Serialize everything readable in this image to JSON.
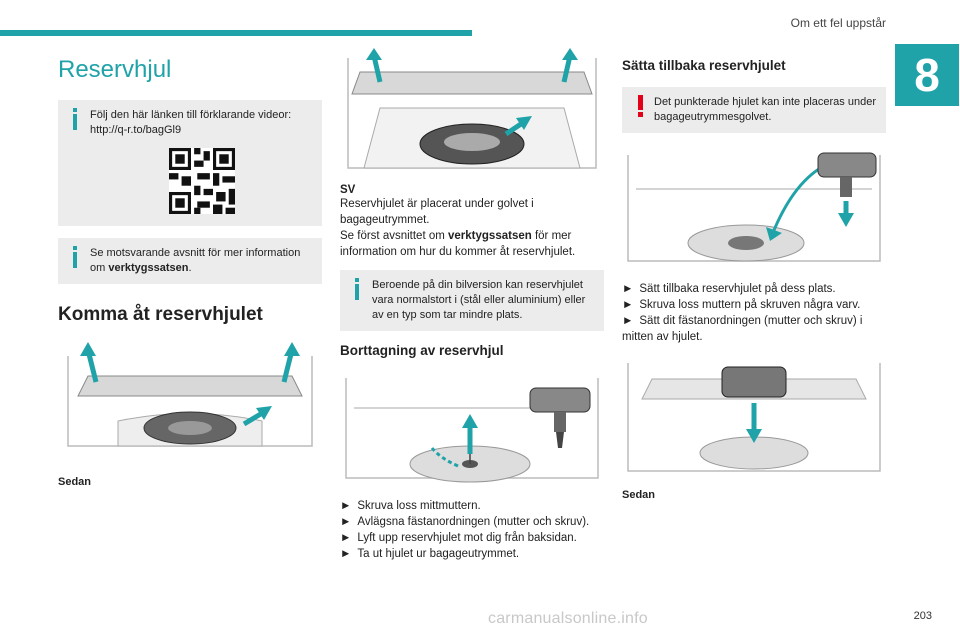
{
  "header": {
    "running_title": "Om ett fel uppstår",
    "chapter": "8",
    "page_number": "203"
  },
  "watermark": "carmanualsonline.info",
  "col1": {
    "title": "Reservhjul",
    "note1": "Följ den här länken till förklarande videor: http://q-r.to/bagGl9",
    "note2_pre": "Se motsvarande avsnitt för mer information om ",
    "note2_bold": "verktygssatsen",
    "note2_post": ".",
    "section_title": "Komma åt reservhjulet",
    "caption": "Sedan"
  },
  "col2": {
    "variant": "SV",
    "text1": "Reservhjulet är placerat under golvet i bagageutrymmet.",
    "text2_pre": "Se först avsnittet om ",
    "text2_bold": "verktygssatsen",
    "text2_post": " för mer information om hur du kommer åt reservhjulet.",
    "note": "Beroende på din bilversion kan reservhjulet vara normalstort i (stål eller aluminium) eller av en typ som tar mindre plats.",
    "section_title": "Borttagning av reservhjul",
    "steps": [
      "Skruva loss mittmuttern.",
      "Avlägsna fästanordningen (mutter och skruv).",
      "Lyft upp reservhjulet mot dig från baksidan.",
      "Ta ut hjulet ur bagageutrymmet."
    ]
  },
  "col3": {
    "section_title": "Sätta tillbaka reservhjulet",
    "warning": "Det punkterade hjulet kan inte placeras under bagageutrymmesgolvet.",
    "steps": [
      "Sätt tillbaka reservhjulet på dess plats.",
      "Skruva loss muttern på skruven några varv.",
      "Sätt dit fästanordningen (mutter och skruv) i mitten av hjulet."
    ],
    "caption": "Sedan"
  },
  "icons": {
    "info": "info-icon",
    "warning": "warning-icon",
    "step_marker": "►"
  },
  "colors": {
    "accent": "#1fa3a8",
    "note_bg": "#ececec",
    "warning": "#e2001a"
  }
}
